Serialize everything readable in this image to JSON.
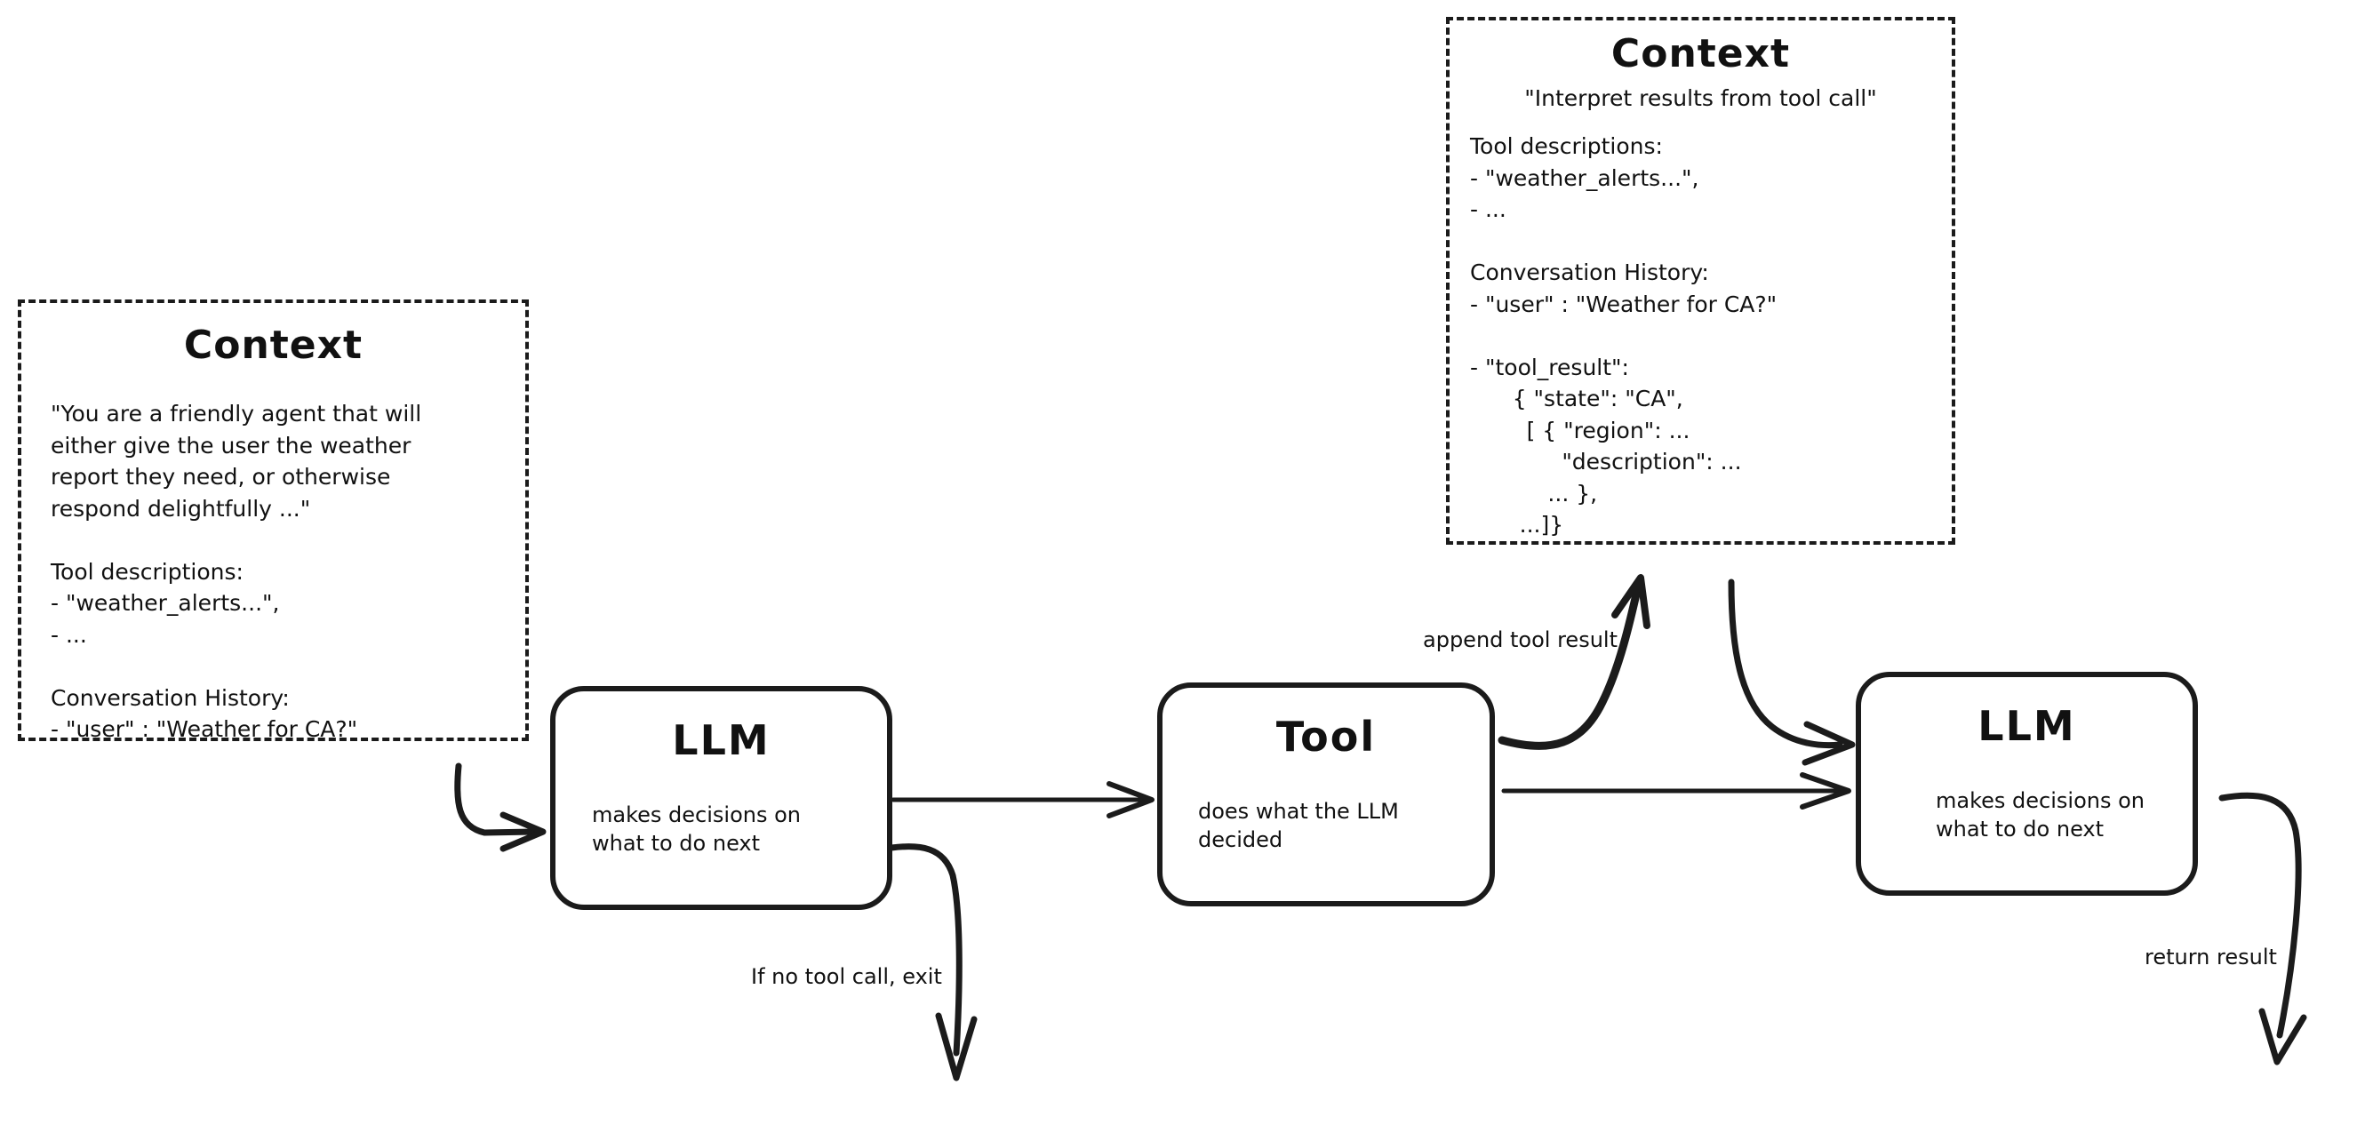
{
  "diagram": {
    "title": "Agent loop with tool calling",
    "stroke_color": "#1b1b1b",
    "text_color": "#111111",
    "background": "#ffffff"
  },
  "context_left": {
    "title": "Context",
    "lines": [
      "\"You are a friendly agent that will",
      "either give the user the weather",
      "report they need, or otherwise",
      "respond delightfully ...\"",
      "",
      "Tool descriptions:",
      "- \"weather_alerts...\",",
      "- ...",
      "",
      "Conversation History:",
      "- \"user\" : \"Weather for CA?\""
    ],
    "body": "\"You are a friendly agent that will\neither give the user the weather\nreport they need, or otherwise\nrespond delightfully ...\"\n\nTool descriptions:\n- \"weather_alerts...\",\n- ...\n\nConversation History:\n- \"user\" : \"Weather for CA?\""
  },
  "context_right": {
    "title": "Context",
    "subtitle": "\"Interpret results from tool call\"",
    "lines": [
      "Tool descriptions:",
      "- \"weather_alerts...\",",
      "- ...",
      "",
      "Conversation History:",
      "- \"user\" : \"Weather for CA?\"",
      "",
      "- \"tool_result\":",
      "      { \"state\": \"CA\",",
      "        [ { \"region\": ...",
      "             \"description\": ...",
      "           ... },",
      "       ...]}"
    ],
    "body": "Tool descriptions:\n- \"weather_alerts...\",\n- ...\n\nConversation History:\n- \"user\" : \"Weather for CA?\"\n\n- \"tool_result\":\n      { \"state\": \"CA\",\n        [ { \"region\": ...\n             \"description\": ...\n           ... },\n       ...]}"
  },
  "nodes": {
    "llm_first": {
      "title": "LLM",
      "subtitle": "makes decisions on\nwhat to do next"
    },
    "tool": {
      "title": "Tool",
      "subtitle": "does what the LLM\ndecided"
    },
    "llm_second": {
      "title": "LLM",
      "subtitle": "makes decisions on\nwhat to do next"
    }
  },
  "edges": {
    "context_to_llm": "",
    "llm_to_tool": "",
    "no_tool_call": "If no tool call, exit",
    "append_tool_result": "append tool result",
    "context_to_llm_second": "",
    "tool_to_llm_second": "",
    "return_result": "return result"
  }
}
